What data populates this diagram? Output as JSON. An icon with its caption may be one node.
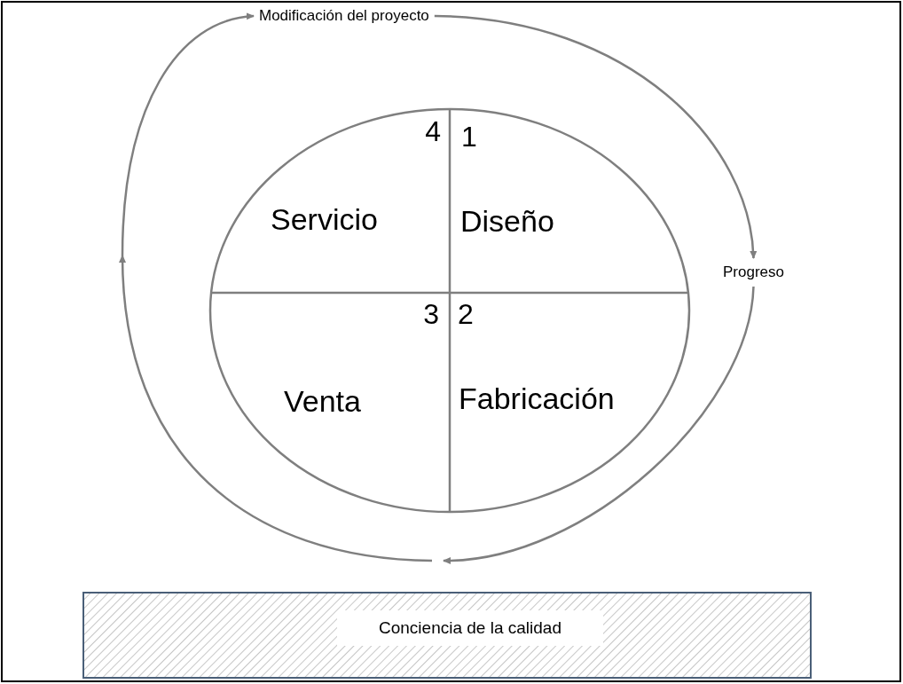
{
  "diagram": {
    "nodes": [
      {
        "text": [
          "Modificación del proyecto"
        ]
      },
      {
        "text": [
          "Progreso"
        ]
      },
      {
        "text": [],
        "shape": "circle"
      },
      {
        "text": [
          "1",
          "Diseño"
        ],
        "in": 2
      },
      {
        "text": [
          "2",
          "Fabricación"
        ],
        "in": 2
      },
      {
        "text": [
          "3",
          "Venta"
        ],
        "in": 2
      },
      {
        "text": [
          "4",
          "Servicio"
        ],
        "in": 2
      },
      {
        "text": [
          "Conciencia de la calidad"
        ]
      }
    ],
    "edges": [
      {
        "from": null,
        "to": 0,
        "arrow": "to"
      },
      {
        "from": 0,
        "to": 1,
        "arrow": "to"
      },
      {
        "from": 1,
        "to": null,
        "arrow": "to"
      }
    ]
  }
}
